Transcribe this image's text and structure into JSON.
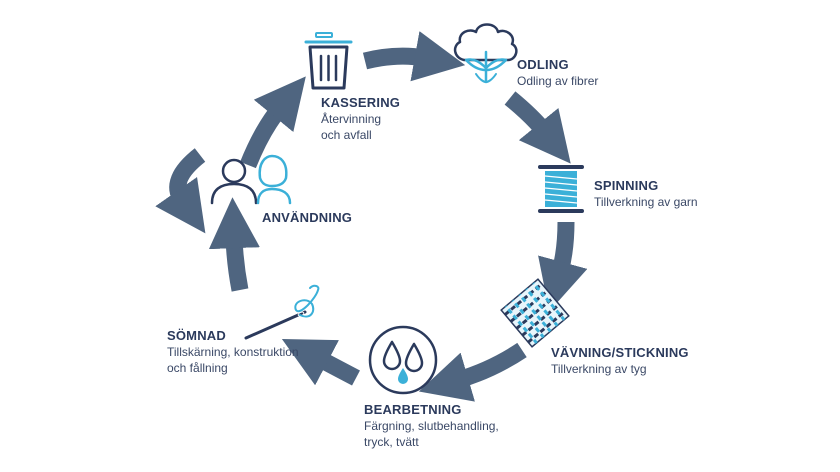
{
  "colors": {
    "arrow": "#4f6580",
    "icon_dark": "#2b3a5c",
    "icon_accent": "#3bb0d8",
    "text": "#2b3a5c"
  },
  "icons": [
    "trash-bin-icon",
    "cotton-plant-icon",
    "thread-spool-icon",
    "woven-fabric-icon",
    "water-drops-icon",
    "needle-thread-icon",
    "users-icon"
  ],
  "stages": {
    "kassering": {
      "title": "KASSERING",
      "lines": [
        "Återvinning",
        "och avfall"
      ]
    },
    "odling": {
      "title": "ODLING",
      "lines": [
        "Odling av fibrer"
      ]
    },
    "spinning": {
      "title": "SPINNING",
      "lines": [
        "Tillverkning av garn"
      ]
    },
    "vavning": {
      "title": "VÄVNING/STICKNING",
      "lines": [
        "Tillverkning av tyg"
      ]
    },
    "bearbetning": {
      "title": "BEARBETNING",
      "lines": [
        "Färgning, slutbehandling,",
        "tryck, tvätt"
      ]
    },
    "somnad": {
      "title": "SÖMNAD",
      "lines": [
        "Tillskärning, konstruktion",
        "och fållning"
      ]
    },
    "anvandning": {
      "title": "ANVÄNDNING"
    }
  }
}
